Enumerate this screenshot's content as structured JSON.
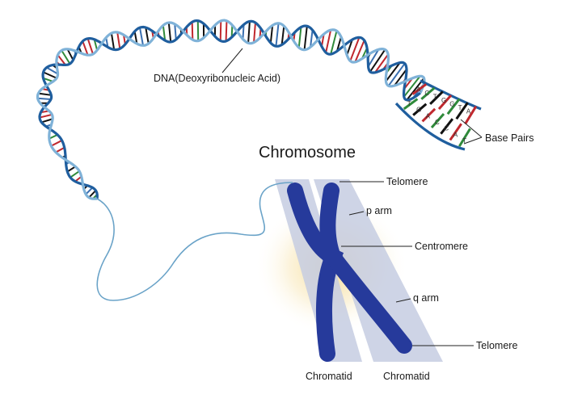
{
  "labels": {
    "dna": "DNA(Deoxyribonucleic Acid)",
    "base_pairs": "Base Pairs",
    "chromosome": "Chromosome",
    "telomere_top": "Telomere",
    "p_arm": "p arm",
    "centromere": "Centromere",
    "q_arm": "q arm",
    "telomere_bottom": "Telomere",
    "chromatid_left": "Chromatid",
    "chromatid_right": "Chromatid"
  },
  "base_letters": [
    "A",
    "T",
    "C",
    "G",
    "T",
    "A",
    "G",
    "C",
    "G",
    "C",
    "T",
    "A",
    "A",
    "T"
  ],
  "colors": {
    "dna_backbone": "#1f5e9e",
    "dna_backbone_light": "#7fb2d8",
    "chromosome": "#263a9b",
    "rung_red": "#c0282e",
    "rung_green": "#2f8a3a",
    "rung_black": "#111111",
    "rung_blue": "#3a6fb0",
    "glow": "#f3d27a",
    "panel": "#cdd4e6"
  }
}
